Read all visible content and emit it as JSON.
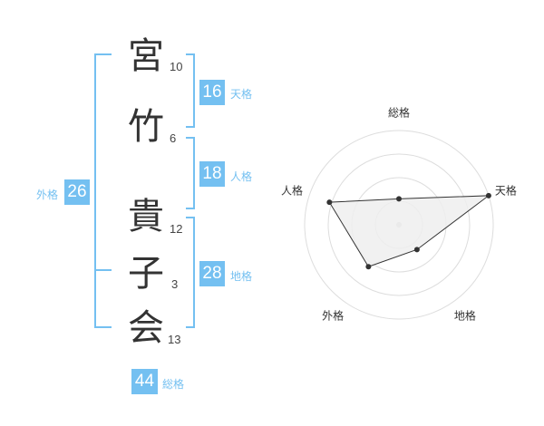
{
  "name": {
    "chars": [
      {
        "char": "宮",
        "strokes": "10"
      },
      {
        "char": "竹",
        "strokes": "6"
      },
      {
        "char": "貴",
        "strokes": "12"
      },
      {
        "char": "子",
        "strokes": "3"
      },
      {
        "char": "会",
        "strokes": "13"
      }
    ]
  },
  "kakusu": {
    "tenkaku": {
      "value": "16",
      "label": "天格"
    },
    "jinkaku": {
      "value": "18",
      "label": "人格"
    },
    "chikaku": {
      "value": "28",
      "label": "地格"
    },
    "gaikaku": {
      "value": "26",
      "label": "外格"
    },
    "soukaku": {
      "value": "44",
      "label": "総格"
    }
  },
  "colors": {
    "accent": "#74c0f1",
    "text": "#333333",
    "radar_fill": "#eeeeee"
  },
  "chart_data": {
    "type": "radar",
    "axes": [
      "総格",
      "天格",
      "地格",
      "外格",
      "人格"
    ],
    "max": 4,
    "rings": 4,
    "values": [
      1.1,
      4.0,
      1.3,
      2.2,
      3.1
    ]
  }
}
